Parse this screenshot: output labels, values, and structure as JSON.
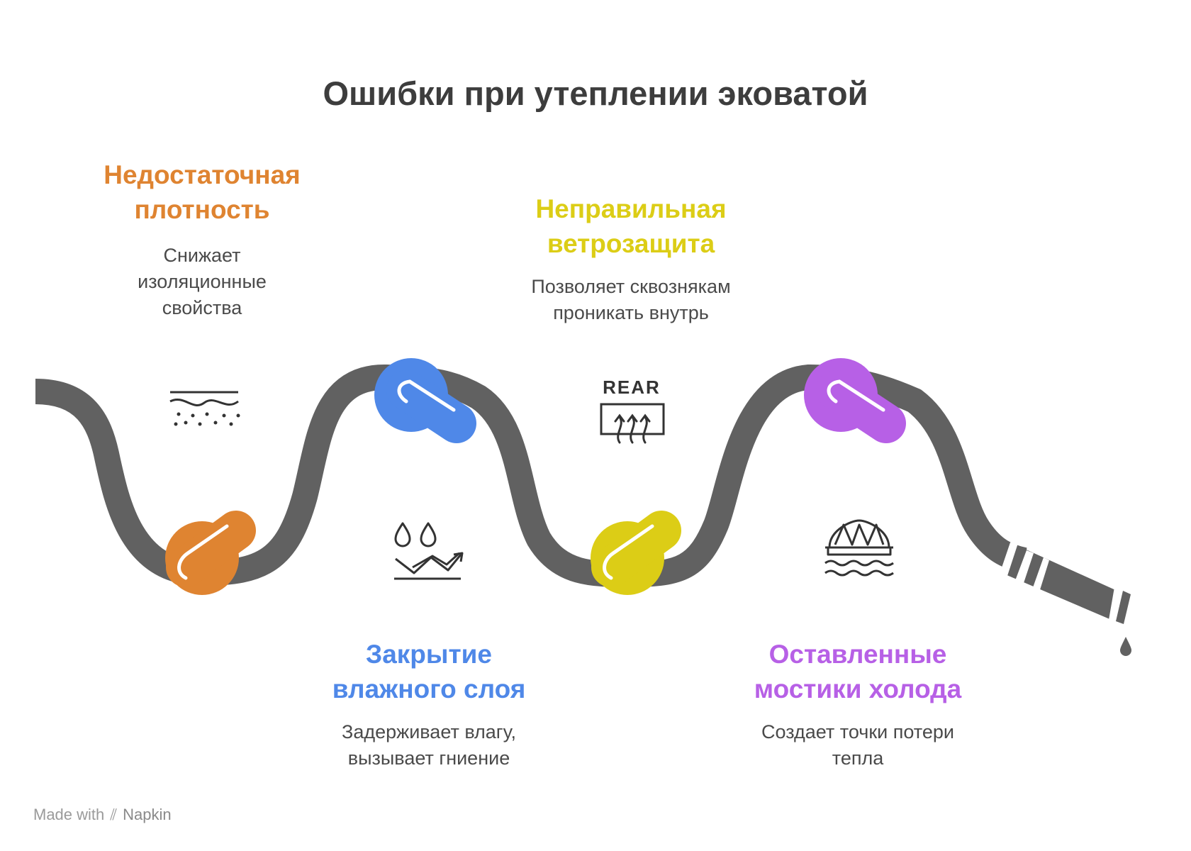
{
  "title": "Ошибки при утеплении эковатой",
  "steps": [
    {
      "heading_line1": "Недостаточная",
      "heading_line2": "плотность",
      "desc_line1": "Снижает",
      "desc_line2": "изоляционные",
      "desc_line3": "свойства",
      "color": "#df8431",
      "icon": "density-dots-icon"
    },
    {
      "heading_line1": "Закрытие",
      "heading_line2": "влажного слоя",
      "desc_line1": "Задерживает влагу,",
      "desc_line2": "вызывает гниение",
      "color": "#4f88e8",
      "icon": "moisture-rising-icon"
    },
    {
      "heading_line1": "Неправильная",
      "heading_line2": "ветрозащита",
      "desc_line1": "Позволяет сквознякам",
      "desc_line2": "проникать внутрь",
      "color": "#dccd16",
      "icon": "rear-defrost-icon"
    },
    {
      "heading_line1": "Оставленные",
      "heading_line2": "мостики холода",
      "desc_line1": "Создает точки потери",
      "desc_line2": "тепла",
      "color": "#b760e6",
      "icon": "bridge-over-water-icon"
    }
  ],
  "rear_icon_text": "REAR",
  "footer": {
    "made_with": "Made with",
    "brand": "Napkin"
  },
  "hose_color": "#616161"
}
